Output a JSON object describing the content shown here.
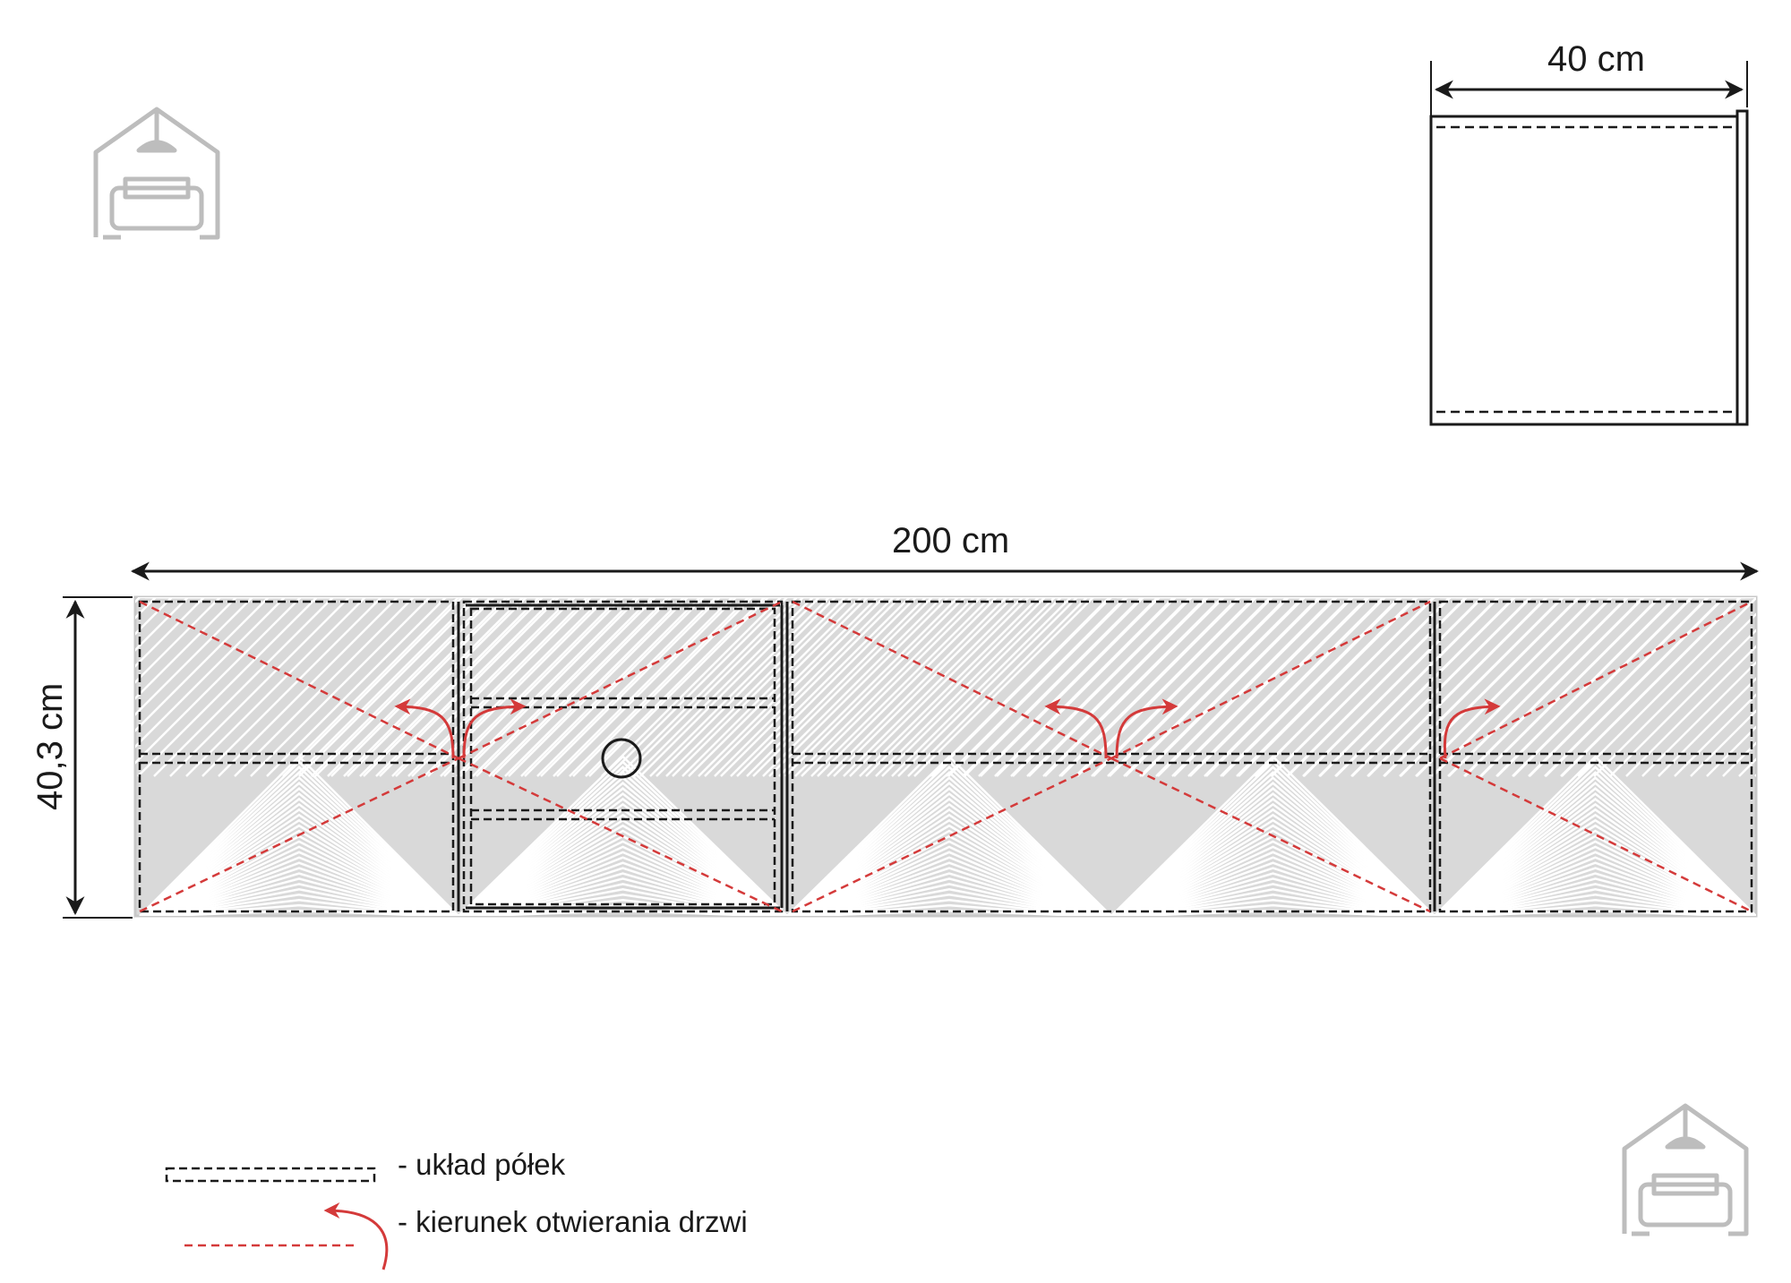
{
  "dimensions": {
    "side_depth": "40 cm",
    "front_width": "200 cm",
    "front_height": "40,3 cm"
  },
  "legend": {
    "shelves": "- układ półek",
    "door_opening": "- kierunek otwierania drzwi"
  },
  "icons": [
    "house-sofa-logo-icon"
  ],
  "colors": {
    "line": "#1a1a1a",
    "door_arrow": "#d43a3a",
    "panel_fill": "#d9d9d9",
    "logo": "#bdbdbd"
  }
}
